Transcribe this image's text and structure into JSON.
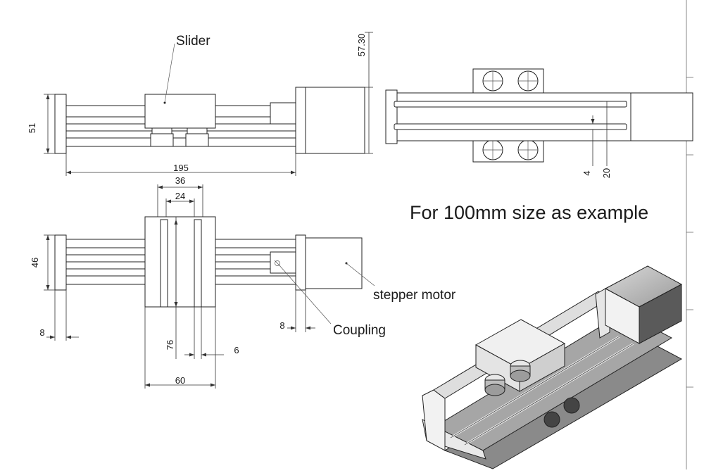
{
  "labels": {
    "slider": "Slider",
    "stepper_motor": "stepper motor",
    "coupling": "Coupling",
    "caption": "For 100mm size as example"
  },
  "dimensions": {
    "height_motor": "57.30",
    "height_side": "51",
    "length_total": "195",
    "slider_width_outer": "36",
    "slider_width_inner": "24",
    "height_top": "46",
    "offset_left": "8",
    "offset_coupling": "8",
    "slider_length": "76",
    "slot_width": "6",
    "slider_width": "60",
    "slot_offset": "4",
    "slot_spacing": "20"
  }
}
